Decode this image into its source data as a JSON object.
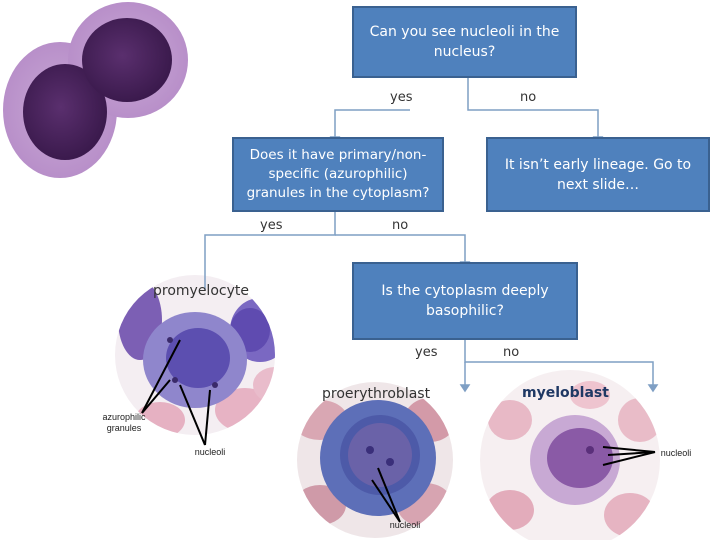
{
  "questions": {
    "q1": "Can you see nucleoli in the nucleus?",
    "q2": "Does it have primary/non-specific (azurophilic) granules in the cytoplasm?",
    "q3": "Is the cytoplasm deeply basophilic?",
    "result_not_early": "It isn’t early lineage. Go to next slide…"
  },
  "answers": {
    "q1_yes": "yes",
    "q1_no": "no",
    "q2_yes": "yes",
    "q2_no": "no",
    "q3_yes": "yes",
    "q3_no": "no"
  },
  "cells": {
    "promyelocyte": "promyelocyte",
    "proerythroblast": "proerythroblast",
    "myeloblast": "myeloblast"
  },
  "annotations": {
    "azurophilic_granules": "azurophilic granules",
    "nucleoli_1": "nucleoli",
    "nucleoli_2": "nucleoli",
    "nucleoli_3": "nucleoli"
  },
  "colors": {
    "box_fill": "#4f81bd",
    "box_border": "#3a6190",
    "connector": "#7f9fc4"
  }
}
